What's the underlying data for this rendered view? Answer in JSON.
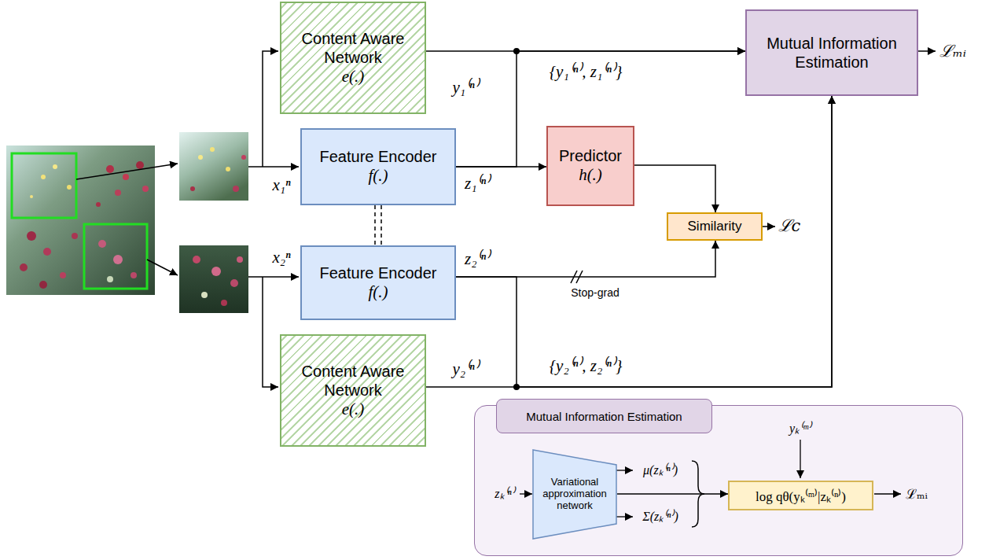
{
  "diagram": {
    "nodes": [
      {
        "text": [
          "Content Aware Network",
          "e(.)"
        ]
      },
      {
        "text": [
          "Mutual Information Estimation"
        ]
      },
      {
        "text": [
          "Feature Encoder",
          "f(.)"
        ]
      },
      {
        "text": [
          "Predictor",
          "h(.)"
        ]
      },
      {
        "text": [
          "Similarity"
        ]
      },
      {
        "text": [
          "Feature Encoder",
          "f(.)"
        ]
      },
      {
        "text": [
          "Content Aware Network",
          "e(.)"
        ]
      },
      {
        "text": [
          "Mutual Information Estimation"
        ]
      },
      {
        "text": [
          "Variational approximation network"
        ],
        "in": 7
      },
      {
        "text": [
          "log qθ(yₖ⁽ᵐ⁾|zₖ⁽ⁿ⁾)"
        ],
        "in": 7
      }
    ],
    "edges": [
      {
        "from": 0,
        "to": 1,
        "arrow": "to",
        "label": "{y₁⁽ⁿ⁾, z₁⁽ⁿ⁾}"
      },
      {
        "from": 2,
        "to": 1,
        "arrow": "to"
      },
      {
        "from": 2,
        "to": 3,
        "arrow": "to"
      },
      {
        "from": 3,
        "to": 4,
        "arrow": "to"
      },
      {
        "from": 5,
        "to": 4,
        "arrow": "to",
        "label": "Stop-grad"
      },
      {
        "from": 5,
        "to": 1,
        "arrow": "to"
      },
      {
        "from": 6,
        "to": 1,
        "arrow": "to",
        "label": "{y₂⁽ⁿ⁾, z₂⁽ⁿ⁾}"
      },
      {
        "from": 2,
        "to": 5,
        "arrow": "none"
      },
      {
        "from": 8,
        "to": 9,
        "arrow": "to"
      }
    ],
    "labels": [
      "x₁ⁿ",
      "x₂ⁿ",
      "y₁⁽ⁿ⁾",
      "z₁⁽ⁿ⁾",
      "z₂⁽ⁿ⁾",
      "y₂⁽ⁿ⁾",
      "ℒₘᵢ",
      "ℒc",
      "zₖ⁽ⁿ⁾",
      "μ(zₖ⁽ⁿ⁾)",
      "Σ(zₖ⁽ⁿ⁾)",
      "yₖ⁽ᵐ⁾",
      "ℒₘᵢ"
    ]
  }
}
